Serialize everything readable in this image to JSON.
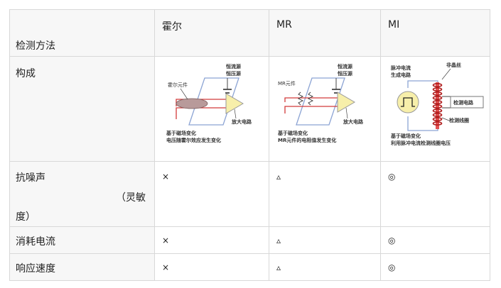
{
  "table": {
    "header": {
      "method_label": "检测方法",
      "col_hall": "霍尔",
      "col_mr": "MR",
      "col_mi": "MI"
    },
    "rows": {
      "structure": {
        "label": "构成"
      },
      "noise": {
        "label_a": "抗噪声",
        "label_b": "（灵敏",
        "label_c": "度）",
        "hall": "×",
        "mr": "▵",
        "mi": "◎"
      },
      "power": {
        "label": "消耗电流",
        "hall": "×",
        "mr": "▵",
        "mi": "◎"
      },
      "speed": {
        "label": "响应速度",
        "hall": "×",
        "mr": "▵",
        "mi": "◎"
      }
    }
  },
  "diagrams": {
    "hall": {
      "source": "恒流源",
      "source2": "恒压源",
      "element": "霍尔元件",
      "amp": "放大电路",
      "caption1": "基于磁场变化",
      "caption2": "电压随霍尔效应发生变化"
    },
    "mr": {
      "source": "恒流源",
      "source2": "恒压源",
      "element": "MR元件",
      "amp": "放大电路",
      "caption1": "基于磁场变化",
      "caption2": "MR元件的电阻值发生变化"
    },
    "mi": {
      "pulse1": "脉冲电流",
      "pulse2": "生成电路",
      "wire": "非晶丝",
      "detect": "检测电路",
      "coil": "检测线圈",
      "caption1": "基于磁场变化",
      "caption2": "利用脉冲电流检测线圈电压"
    }
  },
  "colors": {
    "border": "#d8d8d8",
    "header_bg": "#f7f7f7",
    "circuit_red": "#d23a3a",
    "plane_blue": "#8ca4d4",
    "amp_fill": "#f7efaa",
    "hall_element": "#b89a9a"
  }
}
